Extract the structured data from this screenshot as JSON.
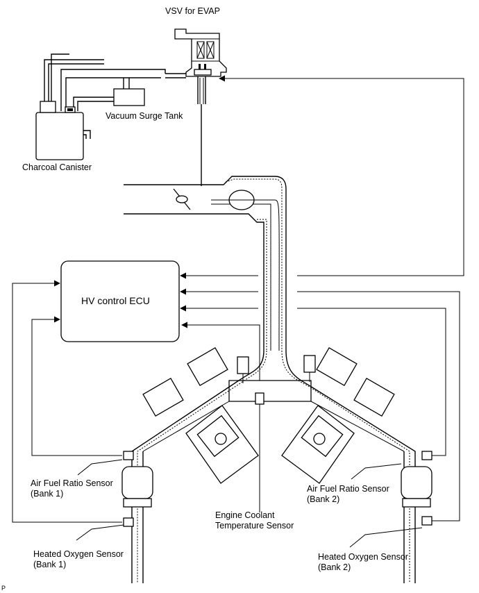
{
  "labels": {
    "vsv": "VSV for EVAP",
    "vacuum_tank": "Vacuum Surge Tank",
    "canister": "Charcoal Canister",
    "ecu": "HV control ECU",
    "af_sensor_1": [
      "Air Fuel Ratio Sensor",
      "(Bank 1)"
    ],
    "af_sensor_2": [
      "Air Fuel Ratio Sensor",
      "(Bank 2)"
    ],
    "coolant_sensor": [
      "Engine Coolant",
      "Temperature Sensor"
    ],
    "ho2_sensor_1": [
      "Heated Oxygen Sensor",
      "(Bank 1)"
    ],
    "ho2_sensor_2": [
      "Heated Oxygen Sensor",
      "(Bank 2)"
    ],
    "corner_code": "P"
  }
}
